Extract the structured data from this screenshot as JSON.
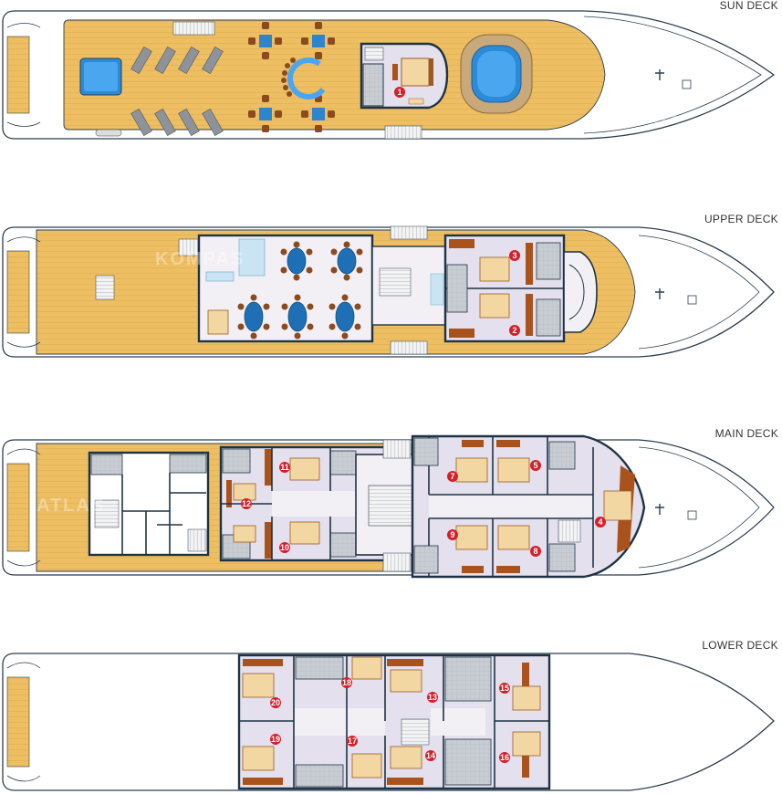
{
  "decks": [
    {
      "id": "sun",
      "label": "SUN DECK",
      "cabins": [
        {
          "num": "1"
        }
      ]
    },
    {
      "id": "upper",
      "label": "UPPER DECK",
      "cabins": [
        {
          "num": "3"
        },
        {
          "num": "2"
        }
      ]
    },
    {
      "id": "main",
      "label": "MAIN DECK",
      "cabins": [
        {
          "num": "11"
        },
        {
          "num": "12"
        },
        {
          "num": "10"
        },
        {
          "num": "7"
        },
        {
          "num": "9"
        },
        {
          "num": "5"
        },
        {
          "num": "8"
        },
        {
          "num": "4"
        }
      ]
    },
    {
      "id": "lower",
      "label": "LOWER DECK",
      "cabins": [
        {
          "num": "18"
        },
        {
          "num": "13"
        },
        {
          "num": "15"
        },
        {
          "num": "20"
        },
        {
          "num": "19"
        },
        {
          "num": "17"
        },
        {
          "num": "14"
        },
        {
          "num": "16"
        }
      ]
    }
  ],
  "watermarks": {
    "brand_a": "KOMPAS",
    "brand_b": "ATLAS"
  },
  "colors": {
    "deck_wood": "#EDBE62",
    "deck_wood_dark": "#D9A548",
    "hull_line": "#2C3E50",
    "interior": "#F2F0F5",
    "cabin_floor": "#E4E0EE",
    "wall": "#1F3344",
    "bed": "#F3D7A2",
    "bed_wood": "#9B5A24",
    "furniture": "#A9521C",
    "pool": "#2B8BD8",
    "pool_rim": "#C9A87A",
    "table": "#1E6FB5",
    "chair": "#8B4A1F",
    "bathroom": "#C8CDD3",
    "stair": "#EEEEEE",
    "marker": "#D4202A"
  }
}
